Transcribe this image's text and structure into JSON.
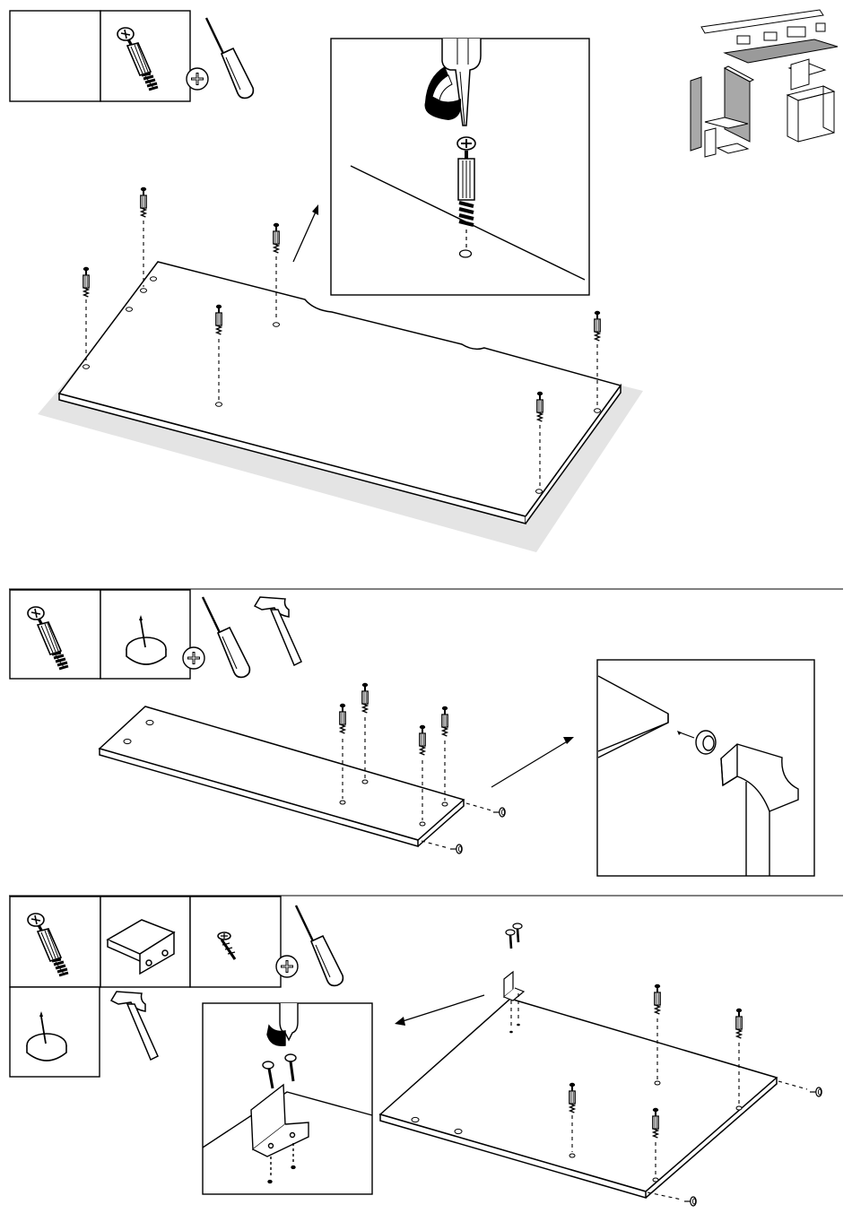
{
  "page": {
    "description_free": true
  },
  "steps": [
    {
      "parts": [
        "blank-cell",
        "cam-bolt-icon"
      ],
      "tools": [
        "phillips-screwdriver-icon"
      ],
      "insets": [
        "screwdriver-driving-cam-bolt-detail"
      ],
      "panel": "desktop-panel",
      "cam_bolt_count": 6
    },
    {
      "parts": [
        "cam-bolt-icon",
        "glide-nail-icon"
      ],
      "tools": [
        "phillips-screwdriver-icon",
        "hammer-icon"
      ],
      "insets": [
        "hammering-glide-detail"
      ],
      "panel": "narrow-panel",
      "cam_bolt_count": 4,
      "glide_count": 2
    },
    {
      "parts": [
        "cam-bolt-icon",
        "angle-bracket-icon",
        "wood-screw-icon",
        "glide-nail-icon"
      ],
      "tools": [
        "phillips-screwdriver-icon",
        "hammer-icon"
      ],
      "insets": [
        "bracket-screw-detail"
      ],
      "panel": "side-panel",
      "cam_bolt_count": 4,
      "glide_count": 2,
      "screw_count": 2
    }
  ],
  "colors": {
    "line": "#000000",
    "shadow": "#e4e4e4",
    "panel_fill": "#ffffff",
    "overview_gray": "#a8a8a8"
  }
}
